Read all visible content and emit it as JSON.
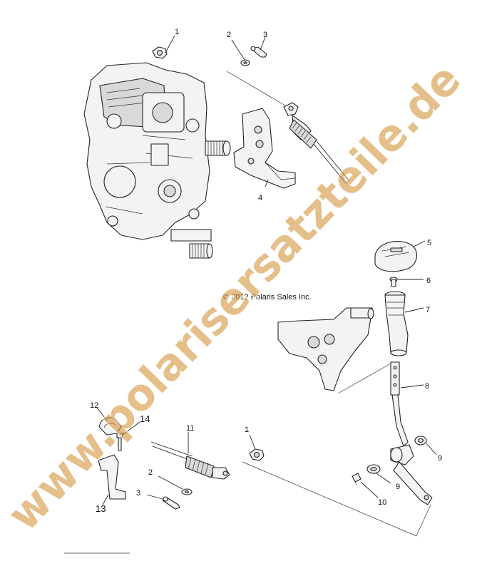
{
  "copyright": "© 2012 Polaris Sales Inc.",
  "watermark": "www.polarisersatzteile.de",
  "colors": {
    "watermark": "#d08a2a",
    "line": "#222222",
    "background": "#ffffff"
  },
  "callouts": {
    "c1_top": "1",
    "c2_top": "2",
    "c3_top": "3",
    "c4": "4",
    "c5": "5",
    "c6": "6",
    "c7": "7",
    "c8": "8",
    "c9_right": "9",
    "c9_low": "9",
    "c10": "10",
    "c11": "11",
    "c12": "12",
    "c13": "13",
    "c14": "14",
    "c1_low": "1",
    "c2_low": "2",
    "c3_low": "3"
  }
}
